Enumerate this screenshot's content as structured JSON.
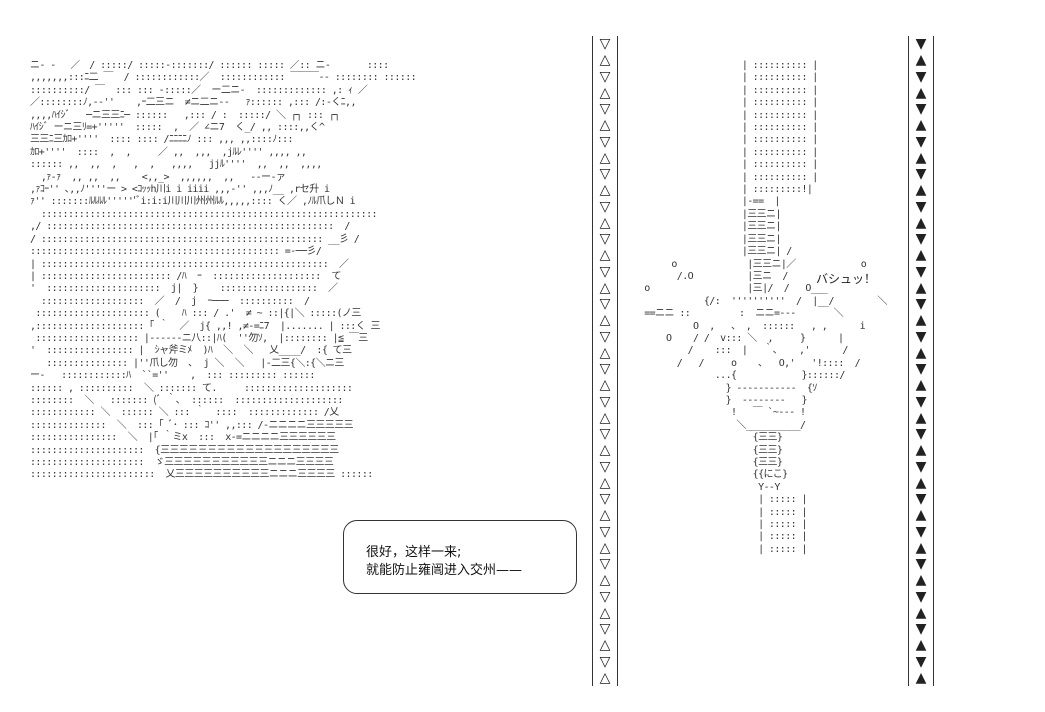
{
  "speech": {
    "line1": "很好，这样一来;",
    "line2": "就能防止雍闿进入交州——"
  },
  "sound_effect": "バシュッ！",
  "columns": {
    "left_symbols": [
      "▽",
      "△",
      "▽",
      "△",
      "▽",
      "△",
      "▽",
      "△",
      "▽",
      "△",
      "▽",
      "△",
      "▽",
      "△",
      "▽",
      "△",
      "▽",
      "△",
      "▽",
      "△",
      "▽",
      "△",
      "▽",
      "△",
      "▽",
      "△",
      "▽",
      "△",
      "▽",
      "△",
      "▽",
      "△",
      "▽",
      "△",
      "▽",
      "△",
      "▽",
      "△",
      "▽",
      "△"
    ],
    "right_symbols": [
      "▼",
      "▲",
      "▼",
      "▲",
      "▼",
      "▲",
      "▼",
      "▲",
      "▼",
      "▲",
      "▼",
      "▲",
      "▼",
      "▲",
      "▼",
      "▲",
      "▼",
      "▲",
      "▼",
      "▲",
      "▼",
      "▲",
      "▼",
      "▲",
      "▼",
      "▲",
      "▼",
      "▲",
      "▼",
      "▲",
      "▼",
      "▲",
      "▼",
      "▲",
      "▼",
      "▲",
      "▼",
      "▲",
      "▼",
      "▲"
    ]
  },
  "art": {
    "left_lines": [
      "ニ- -￣ ／￣/ :::::/ :::::-:::::::/ :::::: ::::: ／:: ニ-   ￣  ::::",
      ",,,,,,,:::ﾆ二 ￣  / ::::::::::::／  :::::::::::: ￣￣￣-- :::::::: ::::::",
      "::::::::::/ ￣  ::: ::: -:::::／  ー二ニ-  ::::::::::::: ,: ｨ ／",
      "／::::::::ﾉ,-‐''    ,ｰ二三ニ  ≠ニ二ニ--   ｧ:::::: ,::: /:-くﾆ,,",
      ",,,,ﾊｲｼﾞ   ─ニ三三ﾆ─ ::::::   ,::: / :  :::::/ ＼ ┌┐ ::: ┌┐",
      "ﾊｲｼﾞ ーニ三ﾘ=+'''''  :::::  ,  ／ ∠ニ7  く_/ ,, ::::,,く^",
      "三三ﾆ三ｶﾛ+''''  :::: :::: /ﾆﾆﾆﾆﾉ ::: ,,, ,,::::ﾉ:::",
      "ｶﾛ+''''  ::::  ,  ,     ／ ,,  ,,,  ,jﾙﾚ'''' ,,,, ,,",
      ":::::: ,,  ,,  ,   ,  ,   ,,,,   jjﾙ''''  ,,  ,,  ,,,,",
      "  ,ｧ-ｧ  ,, ,,  ,,    <,,_>  ,,,,,,  ,,   --ー‐ァ",
      ",ｧｺｰ'' ､,,ﾉ''''ー > <ｺｯｯh川i i iiii ,,,-'' ,,,ﾉ__ ,rセ升 i",
      "ｧ'' :::::::ﾙﾙﾙﾙ''''''ﾞi:i:i川川川州州ﾙﾙ,,,,,:::: く／ ,ﾉﾙ爪しＮ i",
      "  ::::::::::::::::::::::::::::::::::::::::::::::::::::::::::::::",
      ",/ :::::::::::::::::::::::::::::::::::::::::::::::::::::  /",
      "/ :::::::::::::::::::::::::::::::::::::::::::::::::::: __彡 /",
      ":::::::::::::::::::::::::::::::::::::::::::::: =-──彡/",
      "| :::::::::::::::::::::::::::::::::::::::::::::::::::::  ／",
      "| :::::::::::::::::::::::: /ﾊ  ｰ  ::::::::::::::::::::  て",
      "'  :::::::::::::::::::::  j|  }    ::::::::::::::::::  ／",
      "  :::::::::::::::::::  ／  /  j  ｰ───  ::::::::::  /",
      " ::::::::::::::::::::: (    ﾊ ::: / .'  ≠ ~ ::|{|＼ :::::(ノ三",
      ",:::::::::::::::::::: ｢ ｀  ／  j{ ,,! ,≠-=ﾆ7  |....... | :::く 三",
      " ::::::::::::::::::: |--‐---ニ八::|ﾊ(  ''勿ｿ,  |:::::::: |≦ ￣三",
      "'  :::::::::::::::: |  ｼャ斧ミﾒ  )ﾊ  ＼  ＼   乂____/  :{ て三",
      "   ::::::::::::::: |''爪し勿  ､  j ＼  ＼   |-二三{＼:{＼ニ三",
      "ー-   ::::::::::::ﾊ  ``=''    ,  ::: ::::::::: ::::::",
      ":::::: , ::::::::::  ＼ ::::::: て.     ::::::::::::::::::::",
      "::::::::  ＼   ::::::: (ﾞ ｀､  ::::::  ::::::::::::::::::::",
      ":::::::::::: ＼  :::::: ＼ ::: ｀  ::::  ::::::::::::: /乂",
      "::::::::::::::  ＼  ::: ｢ ﾞ･ ::: ｺ'' ,,::: /-ニニニニ三三三三三",
      "::::::::::::::::  ＼  |｢ ｀ミx  :::  x-=ニニニニ三三三三三三",
      ":::::::::::::::::::::  {三三三三三三三三三三三三三三三三三三三",
      ":::::::::::::::::::::  ゞ三三三三三三三三三三三ニニニ三三三三",
      ":::::::::::::::::::::::  乂三三三三三三三三三三ニニニ三三三三 ::::::"
    ],
    "middle_lines": [
      "                     | :::::::::: |",
      "                     | :::::::::: |",
      "                     | :::::::::: |",
      "                     | :::::::::: |",
      "                     | :::::::::: |",
      "                     | :::::::::: |",
      "                     | :::::::::: |",
      "                     | :::::::::: |",
      "                     | :::::::::: |",
      "                     | :::::::::: |",
      "                     | :::::::::!|",
      "                     |-==  |",
      "                     |三三ニ|",
      "                     |三三ニ|",
      "                     |三三ニ|",
      "                     |三三ニ| /",
      "        o             |三三ニ|／            o",
      "         /.O          |三ニ  /",
      "   o                  |三|/  /   O___",
      "              {/:  ''''''''''  /  |__/        ＼",
      "   ==ニニ ::         :  ニニ=---       ＼",
      "            O  ,   、 ,  ::::::   , ,      i",
      "       O    / /  v::: ＼  ,     }      |",
      "           /    :::  |   ｀､    ,'      /",
      "         /   /     o    ､   O,'   '!::::  /",
      "                ...{            }::::::/",
      "                  } ---‐---‐-‐-  {ｿ",
      "                  }  ---‐---‐   }",
      "                   !   ￣ `~--- !",
      "                    ＼__________/",
      "                       {三三}",
      "                       {三三}",
      "                       {三三}",
      "                       {{にこ}",
      "                        Y--Y",
      "                        | ::::: |",
      "                        | ::::: |",
      "                        | ::::: |",
      "                        | ::::: |",
      "                        | ::::: |"
    ]
  }
}
